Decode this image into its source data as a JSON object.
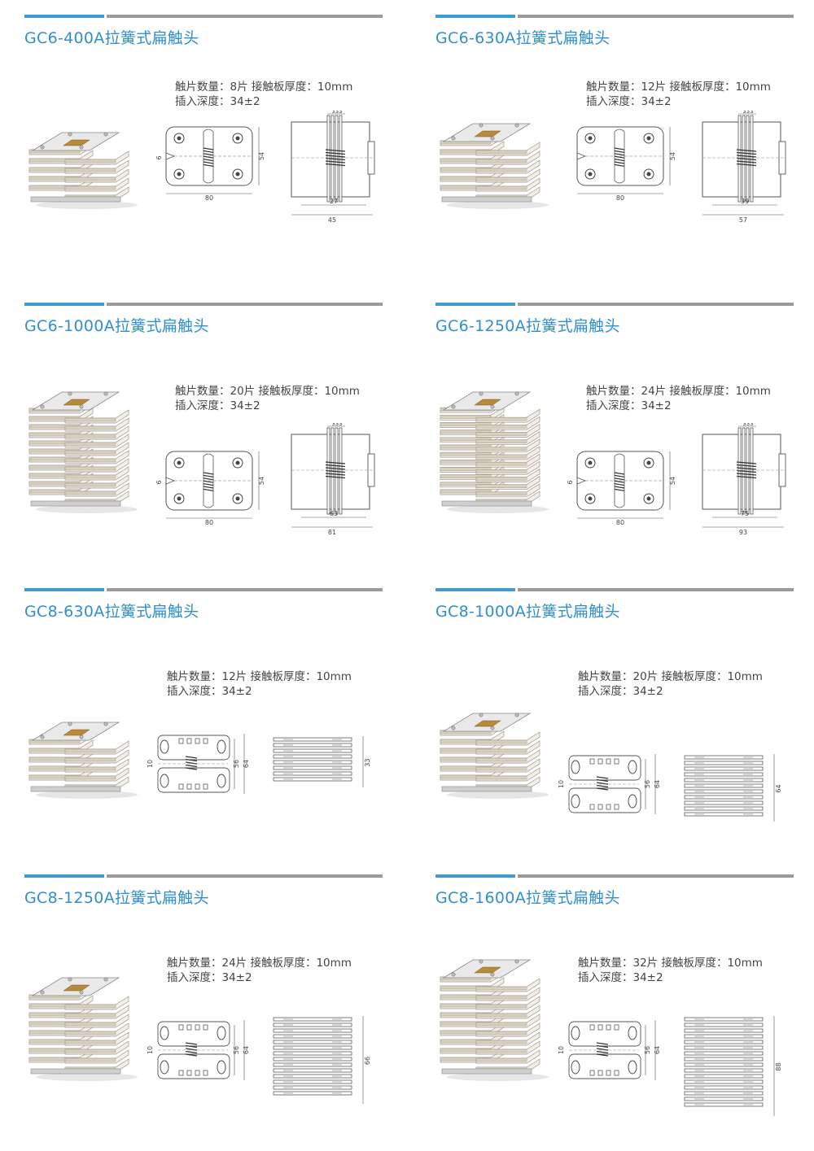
{
  "products": [
    {
      "title": "GC6-400A拉簧式扁触头",
      "spec_line1": "触片数量：8片 接触板厚度：10mm",
      "spec_line2": "插入深度：34±2",
      "plates": 5,
      "dims": {
        "front_width": "80",
        "front_height": "54",
        "gap": "6",
        "side_top": "333",
        "side_inner": "27",
        "side_total": "45"
      }
    },
    {
      "title": "GC6-630A拉簧式扁触头",
      "spec_line1": "触片数量：12片 接触板厚度：10mm",
      "spec_line2": "插入深度：34±2",
      "plates": 6,
      "dims": {
        "front_width": "80",
        "front_height": "54",
        "gap": "",
        "side_top": "333",
        "side_inner": "39",
        "side_total": "57"
      }
    },
    {
      "title": "GC6-1000A拉簧式扁触头",
      "spec_line1": "触片数量：20片 接触板厚度：10mm",
      "spec_line2": "插入深度：34±2",
      "plates": 11,
      "dims": {
        "front_width": "80",
        "front_height": "54",
        "gap": "6",
        "side_top": "333",
        "side_inner": "63",
        "side_total": "81"
      }
    },
    {
      "title": "GC6-1250A拉簧式扁触头",
      "spec_line1": "触片数量：24片 接触板厚度：10mm",
      "spec_line2": "插入深度：34±2",
      "plates": 12,
      "dims": {
        "front_width": "80",
        "front_height": "54",
        "gap": "6",
        "side_top": "333",
        "side_inner": "75",
        "side_total": "93"
      }
    },
    {
      "title": "GC8-630A拉簧式扁触头",
      "spec_line1": "触片数量：12片 接触板厚度：10mm",
      "spec_line2": "插入深度：34±2",
      "plates": 5,
      "dims": {
        "gap": "10",
        "h1": "56",
        "h2": "64",
        "side": "33"
      }
    },
    {
      "title": "GC8-1000A拉簧式扁触头",
      "spec_line1": "触片数量：20片 接触板厚度：10mm",
      "spec_line2": "插入深度：34±2",
      "plates": 6,
      "dims": {
        "gap": "10",
        "h1": "56",
        "h2": "64",
        "side": "64"
      }
    },
    {
      "title": "GC8-1250A拉簧式扁触头",
      "spec_line1": "触片数量：24片 接触板厚度：10mm",
      "spec_line2": "插入深度：34±2",
      "plates": 8,
      "dims": {
        "gap": "10",
        "h1": "56",
        "h2": "64",
        "side": "66"
      }
    },
    {
      "title": "GC8-1600A拉簧式扁触头",
      "spec_line1": "触片数量：32片 接触板厚度：10mm",
      "spec_line2": "插入深度：34±2",
      "plates": 10,
      "dims": {
        "gap": "10",
        "h1": "56",
        "h2": "64",
        "side": "88"
      }
    }
  ]
}
